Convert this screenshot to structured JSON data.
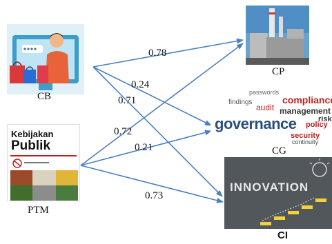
{
  "nodes": {
    "cb": {
      "label": "CB"
    },
    "ptm": {
      "label": "PTM",
      "cover_title_line1": "Kebijakan",
      "cover_title_line2": "Publik"
    },
    "cp": {
      "label": "CP"
    },
    "cg": {
      "label": "CG",
      "cloud_words": [
        "governance",
        "compliance",
        "management",
        "policy",
        "security",
        "continuity",
        "findings",
        "passwords",
        "audit",
        "risk"
      ]
    },
    "ci": {
      "label": "CI",
      "board_text": "INNOVATION"
    }
  },
  "edges": [
    {
      "from": "CB",
      "to": "CP",
      "weight": "0.78"
    },
    {
      "from": "CB",
      "to": "CG",
      "weight": "0.24"
    },
    {
      "from": "CB",
      "to": "CI",
      "weight": "0.71"
    },
    {
      "from": "PTM",
      "to": "CP",
      "weight": "0.72"
    },
    {
      "from": "PTM",
      "to": "CG",
      "weight": "0.21"
    },
    {
      "from": "PTM",
      "to": "CI",
      "weight": "0.73"
    }
  ],
  "colors": {
    "arrow": "#4a7fc1"
  }
}
